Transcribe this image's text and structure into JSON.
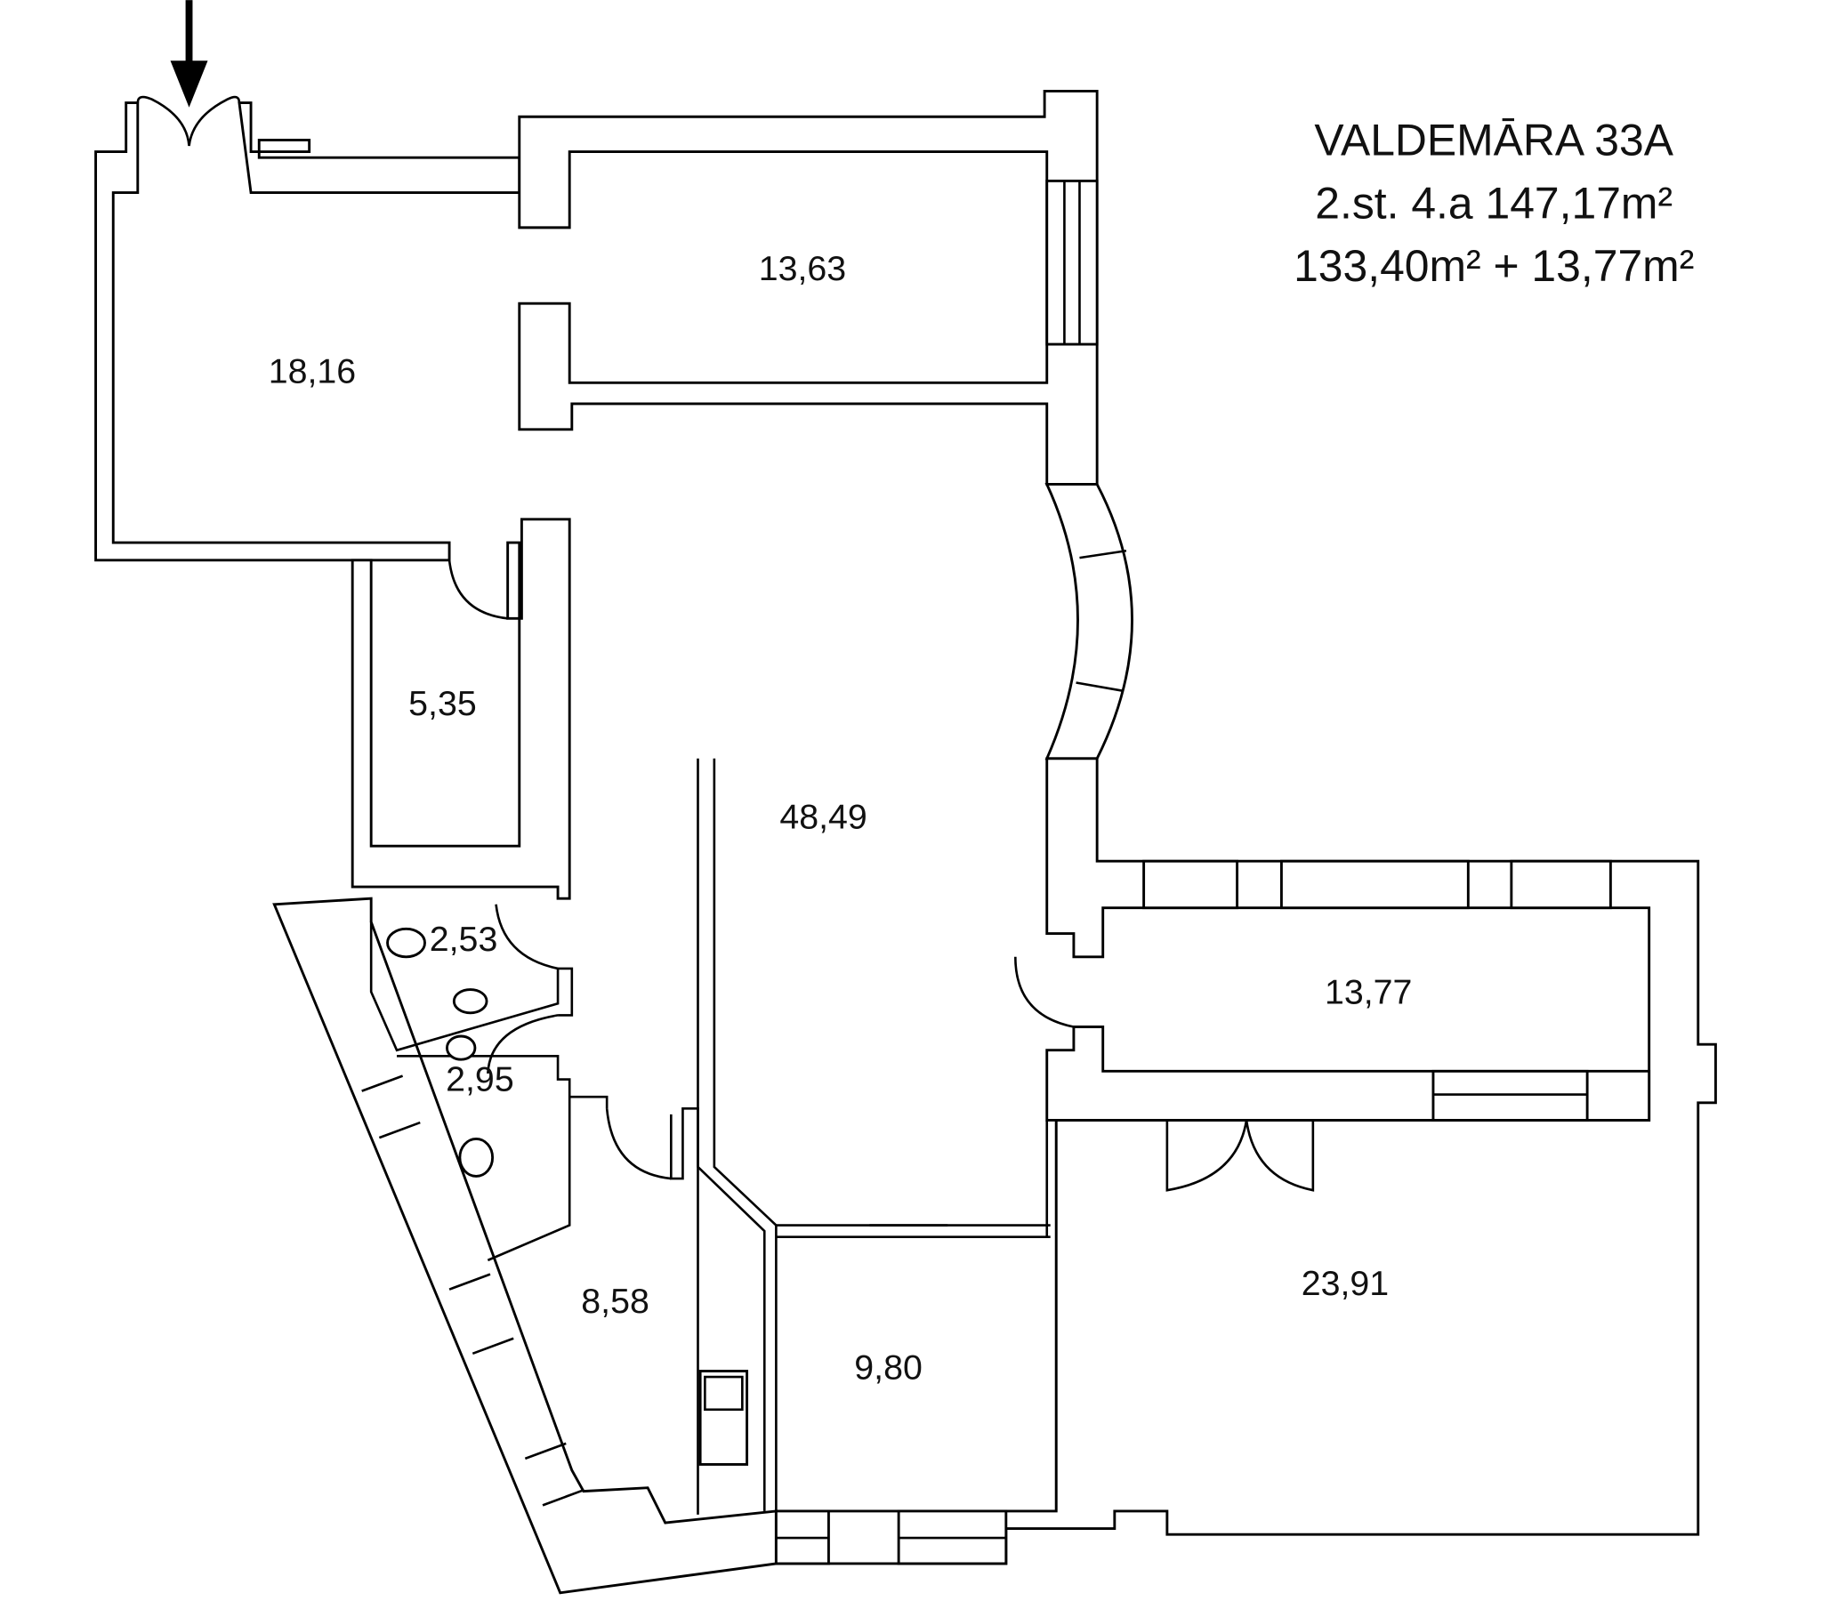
{
  "header": {
    "address": "VALDEMĀRA 33A",
    "floor_apartment": "2.st. 4.a 147,17m²",
    "area_breakdown": "133,40m² + 13,77m²"
  },
  "rooms": [
    {
      "id": "hall",
      "area": "18,16"
    },
    {
      "id": "room-top",
      "area": "13,63"
    },
    {
      "id": "storage",
      "area": "5,35"
    },
    {
      "id": "living",
      "area": "48,49"
    },
    {
      "id": "wc-1",
      "area": "2,53"
    },
    {
      "id": "wc-2",
      "area": "2,95"
    },
    {
      "id": "balcony",
      "area": "13,77"
    },
    {
      "id": "kitchen",
      "area": "8,58"
    },
    {
      "id": "bedroom-small",
      "area": "9,80"
    },
    {
      "id": "bedroom-large",
      "area": "23,91"
    }
  ],
  "colors": {
    "line": "#000000",
    "background": "#ffffff"
  }
}
